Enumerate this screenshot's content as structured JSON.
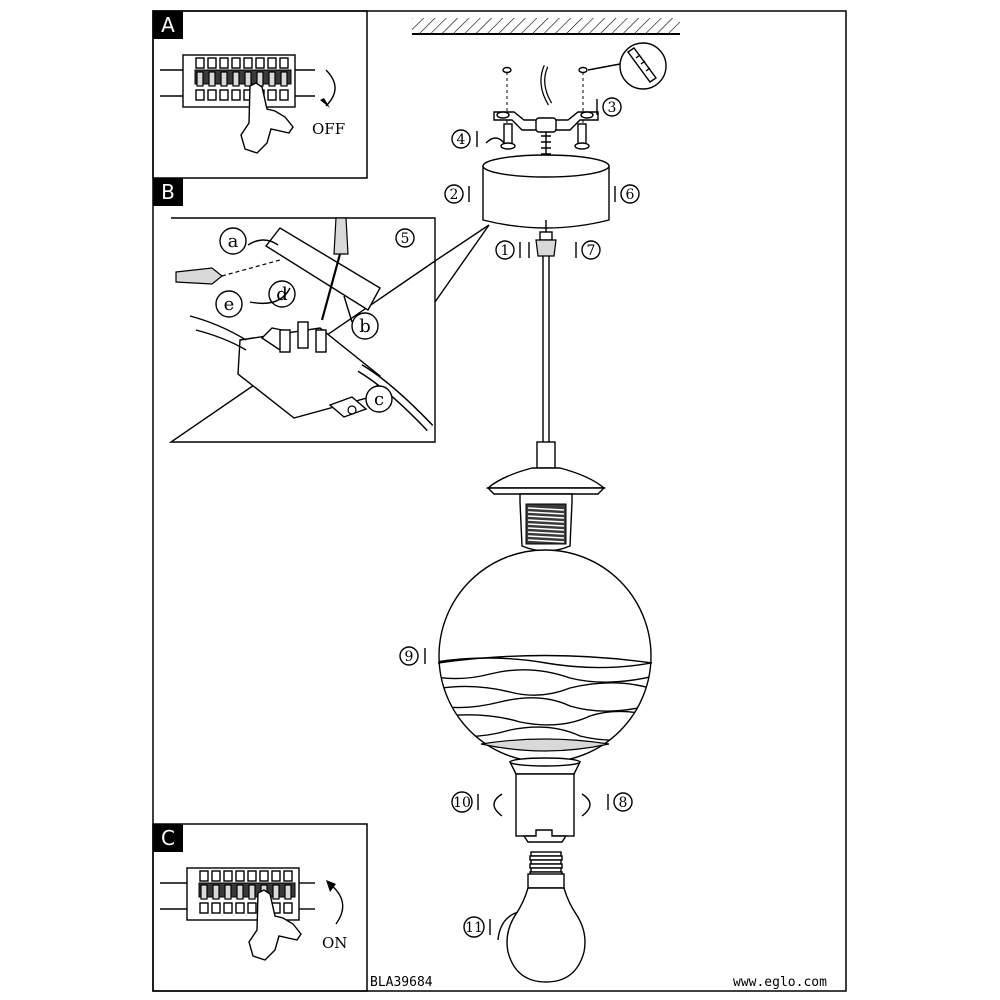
{
  "panels": {
    "a": {
      "tag": "A",
      "caption": "OFF"
    },
    "b": {
      "tag": "B"
    },
    "c": {
      "tag": "C",
      "caption": "ON"
    }
  },
  "detail_letters": [
    "a",
    "b",
    "c",
    "d",
    "e"
  ],
  "detail_step": "5",
  "steps": [
    "1",
    "2",
    "3",
    "4",
    "6",
    "7",
    "8",
    "9",
    "10",
    "11"
  ],
  "footer": {
    "code": "BLA39684",
    "website": "www.eglo.com"
  }
}
